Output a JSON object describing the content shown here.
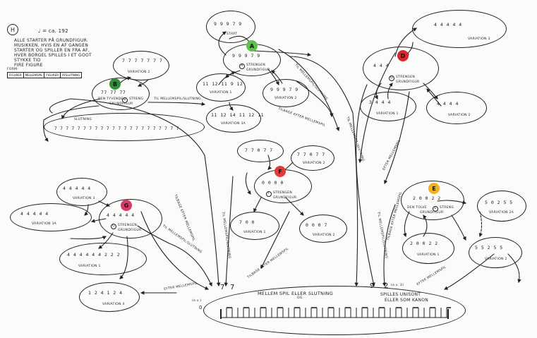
{
  "header": {
    "mark": "H",
    "tempo": "♩ = ca. 192",
    "intro_lines": [
      "ALLE STARTER PÅ GRUNDFIGUR.",
      "MUSIKKEN, HVIS EN AF GANGEN",
      "STARTER OG SPILLER EN FRA AF,",
      "HVER BORGEL SPILLES I ET GOOT",
      "STYKKE TID",
      "FIRE FIGURE"
    ],
    "form_label": "FORM:",
    "legend": [
      "FIGURER",
      "MELLEMSPIL",
      "FIGURER",
      "AFSLUTNING"
    ]
  },
  "colors": {
    "A": "#5fbf4a",
    "B": "#2f8f3a",
    "C": "#d83a6a",
    "D": "#d9262c",
    "E": "#f1b21f",
    "F": "#e03a3a"
  },
  "nodes": {
    "b_main": {
      "badge": "B",
      "title": "DEN TYVENDE",
      "sub": "STRENG",
      "grund": "GRUNDFIGUR",
      "circ": "B",
      "notes": "77 77 77"
    },
    "b_var": {
      "label": "VARIATION 2",
      "notes": "7 7 7 7 7 7 7"
    },
    "slutning": {
      "label": "SLUTNING",
      "notes": "7 7 7 7 7 7 7 7 7 7 7 7 7 7 7 7 7 7 7 7 7 7"
    },
    "a_start": {
      "label": "START",
      "notes": "9 9 9 7 9"
    },
    "a_main": {
      "badge": "A",
      "circ": "A",
      "title": "STRENGEN",
      "grund": "GRUNDFIGUR",
      "notes": "9 9 9 7 9"
    },
    "a_var1": {
      "label": "VARIATION 1",
      "notes": "11 12 11 9 12"
    },
    "a_var2": {
      "label": "VARIATION 2",
      "notes": "9 9 9 7 9"
    },
    "a_var3": {
      "label": "VARIATION 3A",
      "notes": "11 12 14 11 12 11"
    },
    "d_var3": {
      "label": "VARIATION 3",
      "notes": "4 4 4 4 4"
    },
    "d_main": {
      "badge": "D",
      "circ": "D",
      "title": "STRENGEN",
      "grund": "GRUNDFIGUR",
      "notes": "4 4 4"
    },
    "d_var1": {
      "label": "VARIATION 1",
      "notes": "3 4 4 4"
    },
    "d_var2": {
      "label": "VARIATION 2",
      "notes": "4 4 4 4"
    },
    "f_var3": {
      "notes": "7 7 0 7 7"
    },
    "f_var2": {
      "label": "VARIATION 2",
      "notes": "7 7 0 7 7"
    },
    "f_main": {
      "badge": "F",
      "circ": "F",
      "title": "STRENGEN",
      "grund": "GRUNDFIGUR",
      "notes": "0 0 0 0"
    },
    "f_var1": {
      "label": "VARIATION 1",
      "notes": "7 0 0"
    },
    "f_var2b": {
      "label": "VARIATION 2",
      "notes": "0 0 0 7"
    },
    "g_var3": {
      "label": "VARIATION 3",
      "notes": "4 4 4 4 4"
    },
    "g_var3a": {
      "label": "VARIATION 3A",
      "notes": "4 4 4 4 4"
    },
    "g_main": {
      "badge": "G",
      "circ": "G",
      "title": "STRENGEN",
      "grund": "GRUNDFIGUR",
      "notes": "4 4 4 4 4"
    },
    "g_var1": {
      "label": "VARIATION 1",
      "notes": "4 4 4 4 4 4 2 2 2"
    },
    "g_var4": {
      "label": "VARIATION 4",
      "notes": "1 2 4 1 2 4"
    },
    "e_main": {
      "badge": "E",
      "circ": "E",
      "title": "DEN TOLVE",
      "sub": "STRENG",
      "grund": "GRUNDFIGUR",
      "notes": "2 0 0 2 2"
    },
    "e_var1": {
      "label": "VARIATION 1",
      "notes": "2 0 0 2 2"
    },
    "e_var2a": {
      "label": "VARIATION 2A",
      "notes": "5 0 2 5 5"
    },
    "e_var2": {
      "label": "VARIATION 2",
      "notes": "5 5 2 5 5"
    }
  },
  "arrow_labels": {
    "b_mellem": "TIL MELLEMSPIL/SLUTNING",
    "a_mellem": "TIL MELLEMSPIL/SLUTNING",
    "a_tilbage": "TILBAGE EFTER MELLEMSPIL",
    "d_mellem": "TIL MELLEMSPIL/SLUTNING",
    "d_efter": "EFTER MELLEMSPIL",
    "b_tilbage": "TILBAGE EFTER MELLEMSPIL",
    "f_mellem": "TIL MELLEMSPIL/SLUTNING",
    "f_tilbage": "TILBAGE EFTER MELLEMSPIL",
    "g_mellem": "TIL MELLEMSPIL/SLUTNING",
    "g_efter": "EFTER MELLEMSPIL",
    "e_efter": "EFTER MELLEMSPIL",
    "e_mellem": "TIL MELLEMSPIL/SLUTNING",
    "e_tilbage": "TILBAGE EFTER MELLEMSPIL"
  },
  "bottom": {
    "title": "MELLEM SPIL ELLER SLUTNING",
    "title_sub": "OG",
    "right_label_1": "SPILLES UNISONT",
    "right_label_2": "ELLER SOM KANON",
    "num_7a": "7",
    "num_7b": "7",
    "num_9": "9",
    "num_2": "2",
    "num_2_note": "(e.v. 3)",
    "left_note": "(e.v.)",
    "left_num": "0"
  }
}
